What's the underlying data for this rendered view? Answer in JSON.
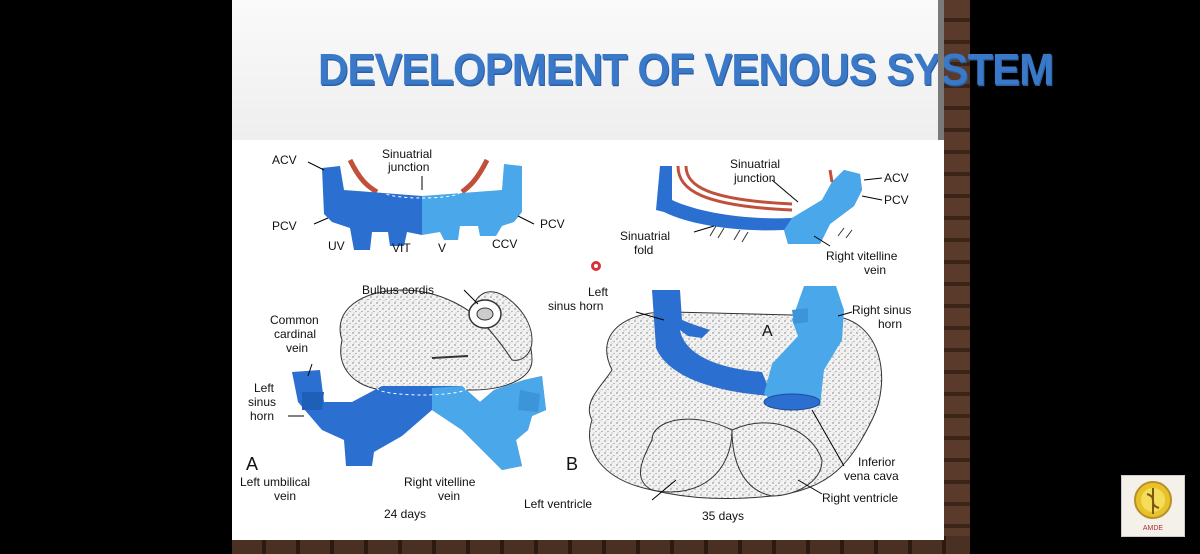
{
  "slide": {
    "title": "DEVELOPMENT OF VENOUS SYSTEM"
  },
  "colors": {
    "title": "#3a78c8",
    "left_vein": "#2b6fd0",
    "right_vein": "#4aa8ea",
    "artery": "#c0503a",
    "heart": "#f0f0f0"
  },
  "labels": {
    "acv_left": "ACV",
    "sinuatrial_junction_1": "Sinuatrial",
    "sinuatrial_junction_2": "junction",
    "pcv_left": "PCV",
    "uv": "UV",
    "vit": "VIT",
    "v": "V",
    "ccv": "CCV",
    "pcv_right": "PCV",
    "r_sinuatrial_junction_1": "Sinuatrial",
    "r_sinuatrial_junction_2": "junction",
    "acv_right": "ACV",
    "pcv_right2": "PCV",
    "sinuatrial_fold_1": "Sinuatrial",
    "sinuatrial_fold_2": "fold",
    "right_vitelline_vein_top_1": "Right vitelline",
    "right_vitelline_vein_top_2": "vein",
    "bulbus_cordis": "Bulbus cordis",
    "common_cardinal_1": "Common",
    "common_cardinal_2": "cardinal",
    "common_cardinal_3": "vein",
    "left_sinus_horn_a_1": "Left",
    "left_sinus_horn_a_2": "sinus",
    "left_sinus_horn_a_3": "horn",
    "letter_a": "A",
    "left_umbilical_1": "Left umbilical",
    "left_umbilical_2": "vein",
    "right_vitelline_1": "Right vitelline",
    "right_vitelline_2": "vein",
    "days_24": "24 days",
    "left_sinus_horn_b_1": "Left",
    "left_sinus_horn_b_2": "sinus horn",
    "letter_a_b": "A",
    "right_sinus_horn_1": "Right sinus",
    "right_sinus_horn_2": "horn",
    "letter_b": "B",
    "ivc_1": "Inferior",
    "ivc_2": "vena cava",
    "left_ventricle": "Left ventricle",
    "right_ventricle": "Right ventricle",
    "days_35": "35 days"
  },
  "logo": {
    "text": "AMDE",
    "icon": "caduceus-icon"
  }
}
